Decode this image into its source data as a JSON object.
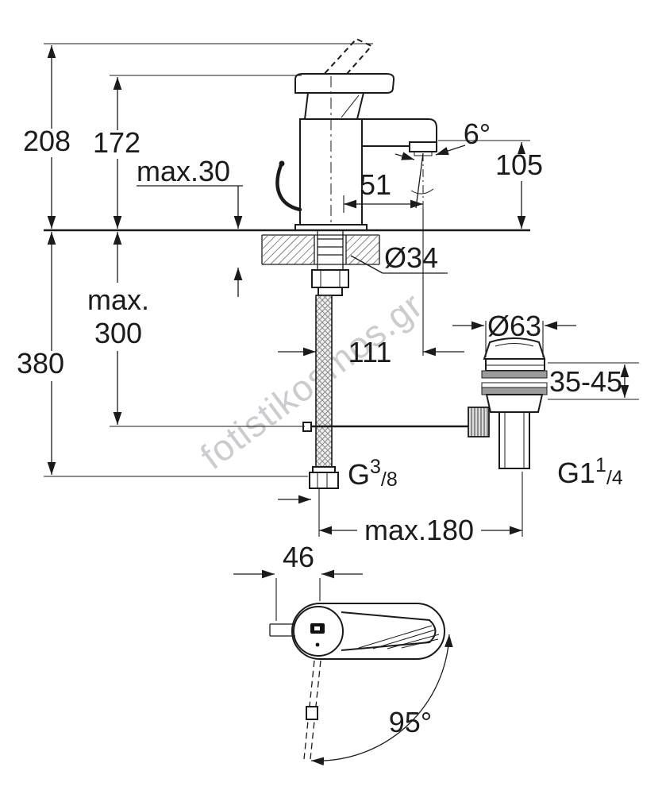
{
  "meta": {
    "ink_color": "#1b1b1b",
    "seal_color": "#9b9b9b",
    "watermark_color": "#a7abb0"
  },
  "watermark": {
    "text": "fotistikosmos.gr"
  },
  "dimensions": {
    "total_height": "208",
    "lever_height": "172",
    "deck_thickness": "max.30",
    "spout_reach": "51",
    "stream_angle": "6°",
    "outlet_height": "105",
    "hole_diameter": "Ø34",
    "hose_length_line1": "max.",
    "hose_length_line2": "300",
    "overall_drop": "380",
    "axis_offset": "111",
    "waste_diameter": "Ø63",
    "deck_range": "35-45",
    "hose_thread": {
      "base": "G",
      "sup": "3",
      "frac": "/8"
    },
    "waste_thread": {
      "base": "G1",
      "sup": "1",
      "frac": "/4"
    },
    "max_reach": "max.180",
    "body_width_top": "46",
    "swivel_angle": "95°"
  }
}
